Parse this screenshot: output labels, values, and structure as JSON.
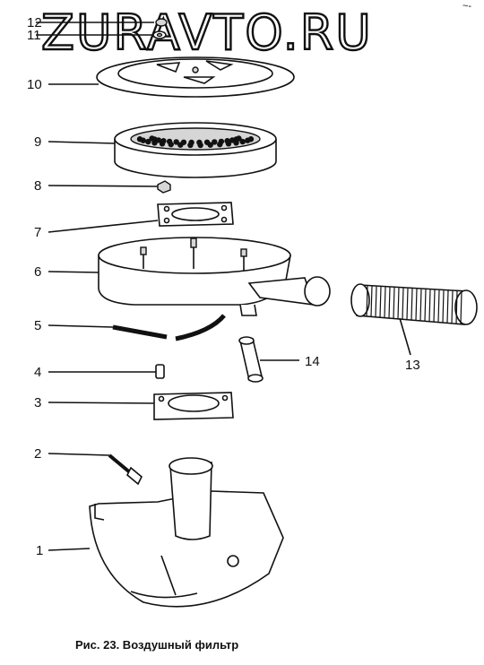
{
  "watermark": "ZURAVTO.RU",
  "caption": "Рис. 23. Воздушный фильтр",
  "corner_mark": "~-",
  "callouts": {
    "c1": "1",
    "c2": "2",
    "c3": "3",
    "c4": "4",
    "c5": "5",
    "c6": "6",
    "c7": "7",
    "c8": "8",
    "c9": "9",
    "c10": "10",
    "c11": "11",
    "c12": "12",
    "c13": "13",
    "c14": "14"
  },
  "colors": {
    "ink": "#111111",
    "paper": "#ffffff",
    "shade": "#d6d6d6"
  }
}
